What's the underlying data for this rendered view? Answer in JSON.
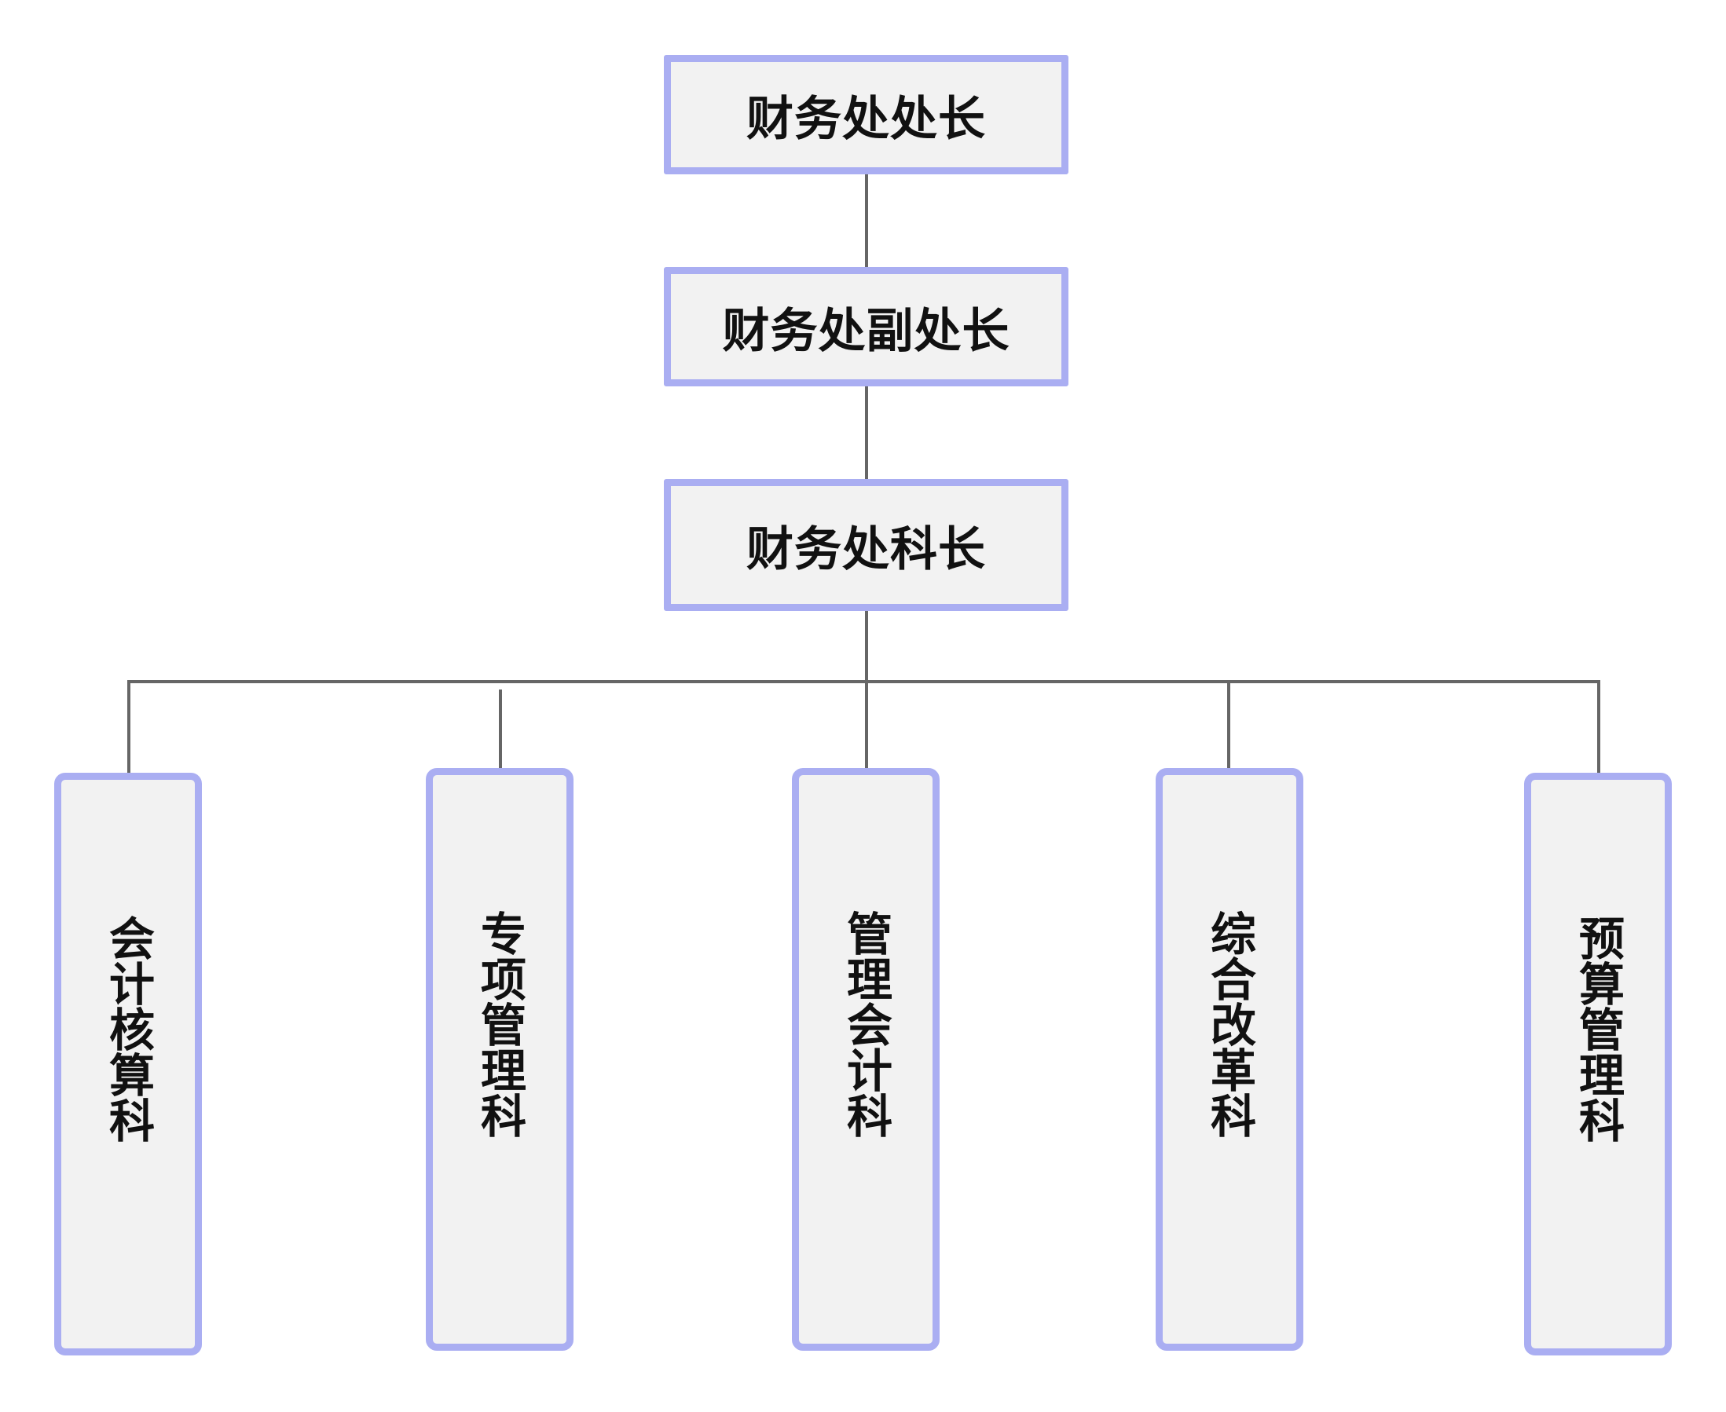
{
  "chart": {
    "top": {
      "director": "财务处处长",
      "deputy_director": "财务处副处长",
      "section_chief": "财务处科长"
    },
    "departments": [
      {
        "label": "会计核算科"
      },
      {
        "label": "专项管理科"
      },
      {
        "label": "管理会计科"
      },
      {
        "label": "综合改革科"
      },
      {
        "label": "预算管理科"
      }
    ]
  },
  "colors": {
    "box_border": "#aaaef2",
    "box_fill": "#f2f2f2",
    "connector": "#666666",
    "text": "#111111"
  }
}
